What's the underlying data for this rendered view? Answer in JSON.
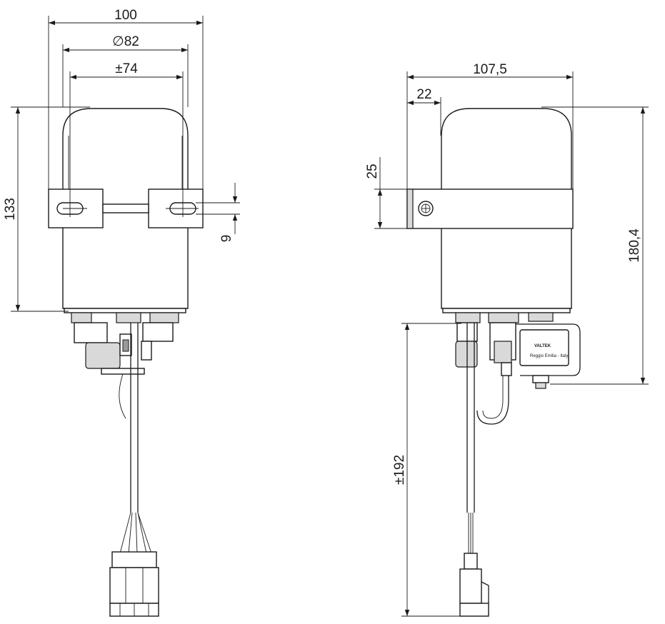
{
  "dimensions": {
    "front_width": "100",
    "front_diameter": "∅82",
    "front_mount_spacing": "±74",
    "front_height": "133",
    "front_slot": "9",
    "side_width": "107,5",
    "side_offset": "22",
    "side_strap": "25",
    "side_height": "180,4",
    "side_cable": "±192"
  },
  "label": {
    "brand": "VALTEK",
    "origin": "Reggio Emilia - Italy"
  }
}
